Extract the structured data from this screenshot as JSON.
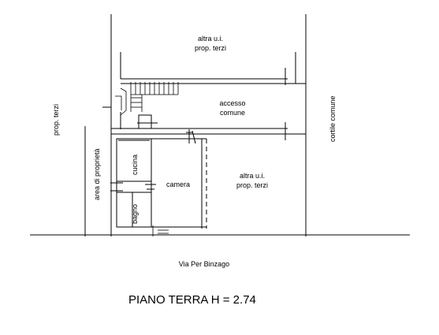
{
  "labels": {
    "altra_top_1": "altra u.i.",
    "altra_top_2": "prop. terzi",
    "accesso_1": "accesso",
    "accesso_2": "comune",
    "prop_terzi_left": "prop. terzi",
    "area_proprieta": "area di proprietà",
    "cortile_comune": "cortile  comune",
    "cucina": "cucina",
    "camera": "camera",
    "bagno": "bagno",
    "altra_right_1": "altra u.i.",
    "altra_right_2": "prop. terzi",
    "street": "Via Per Binzago",
    "title": "PIANO TERRA H = 2.74"
  }
}
